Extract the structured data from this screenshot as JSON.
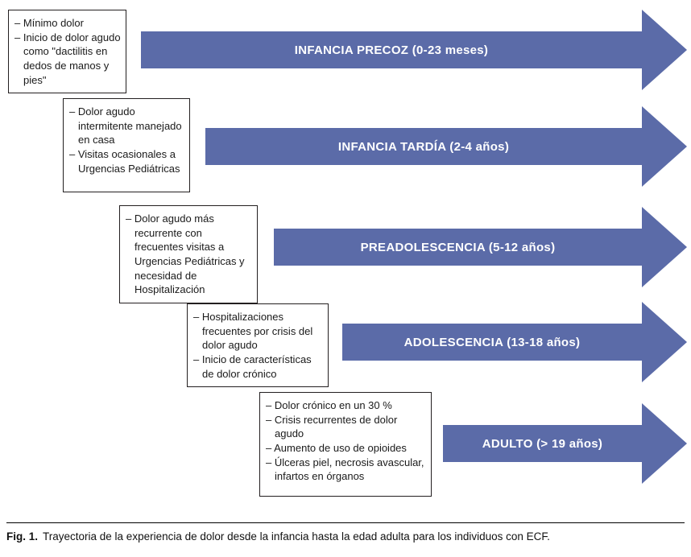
{
  "figure": {
    "caption_label": "Fig. 1.",
    "caption_text": "Trayectoria de la experiencia de dolor desde la infancia hasta la edad adulta para los individuos con ECF."
  },
  "colors": {
    "arrow": "#5b6ba8",
    "arrow_text": "#ffffff",
    "box_border": "#231f20"
  },
  "stages": [
    {
      "label": "INFANCIA PRECOZ (0-23 meses)",
      "notes": [
        "– Mínimo dolor",
        "– Inicio de dolor agudo como \"dactilitis en dedos de manos y pies\""
      ]
    },
    {
      "label": "INFANCIA TARDÍA (2-4 años)",
      "notes": [
        "– Dolor agudo intermitente manejado en casa",
        "– Visitas ocasionales a Urgencias Pediátricas"
      ]
    },
    {
      "label": "PREADOLESCENCIA (5-12 años)",
      "notes": [
        "– Dolor agudo más recurrente con frecuentes visitas a Urgencias Pediátricas y necesidad de Hospitalización"
      ]
    },
    {
      "label": "ADOLESCENCIA (13-18 años)",
      "notes": [
        "– Hospitalizaciones frecuentes por crisis del dolor agudo",
        "– Inicio de características de dolor crónico"
      ]
    },
    {
      "label": "ADULTO (> 19 años)",
      "notes": [
        "– Dolor crónico en un 30 %",
        "– Crisis recurrentes de dolor agudo",
        "– Aumento de uso de opioides",
        "– Úlceras piel, necrosis avascular, infartos en órganos"
      ]
    }
  ]
}
